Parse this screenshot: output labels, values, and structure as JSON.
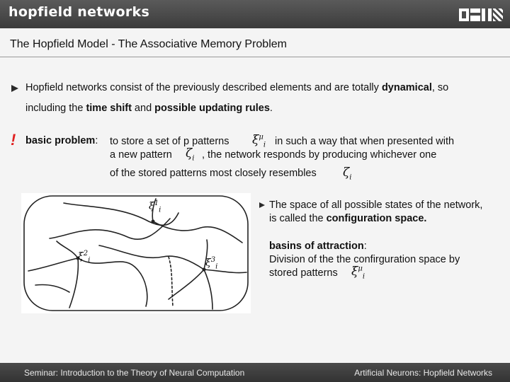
{
  "header": {
    "title": "hopfield networks"
  },
  "slide": {
    "title": "The Hopfield Model - The Associative Memory Problem"
  },
  "bullet1": {
    "line1_pre": "Hopfield networks consist of the previously described elements and are totally ",
    "line1_bold": "dynamical",
    "line1_post": ", so",
    "line2_pre": "including the ",
    "line2_bold1": "time shift",
    "line2_mid": " and ",
    "line2_bold2": "possible updating rules",
    "line2_post": "."
  },
  "problem": {
    "mark": "!",
    "label": "basic problem",
    "colon": ":",
    "line1_pre": "to store a set of p patterns",
    "line1_post": "in such a way that when presented with",
    "line2_pre": "a new pattern",
    "line2_post": ", the network responds by producing whichever one",
    "line3": "of the stored patterns most closely resembles"
  },
  "symbols": {
    "xi": "ξ",
    "zeta": "ζ",
    "mu": "μ",
    "i": "i"
  },
  "config": {
    "line1": "The space of all possible states of the network,",
    "line2_pre": "is called the ",
    "line2_bold": "configuration space."
  },
  "basins": {
    "title": "basins of attraction",
    "colon": ":",
    "line1": "Division of the the confirguration space by",
    "line2": "stored patterns"
  },
  "figure": {
    "labels": [
      {
        "sym": "ξ",
        "sup": "1",
        "sub": "i"
      },
      {
        "sym": "ξ",
        "sup": "2",
        "sub": "i"
      },
      {
        "sym": "ξ",
        "sup": "3",
        "sub": "i"
      }
    ]
  },
  "footer": {
    "left": "Seminar: Introduction to the Theory of Neural Computation",
    "right": "Artificial Neurons: Hopfield Networks"
  },
  "colors": {
    "header_bg": "#4a4a4a",
    "exclamation": "#e02020",
    "text": "#111111"
  },
  "icons": [
    "triangle-bullet-icon",
    "exclamation-icon",
    "logo-icon"
  ]
}
